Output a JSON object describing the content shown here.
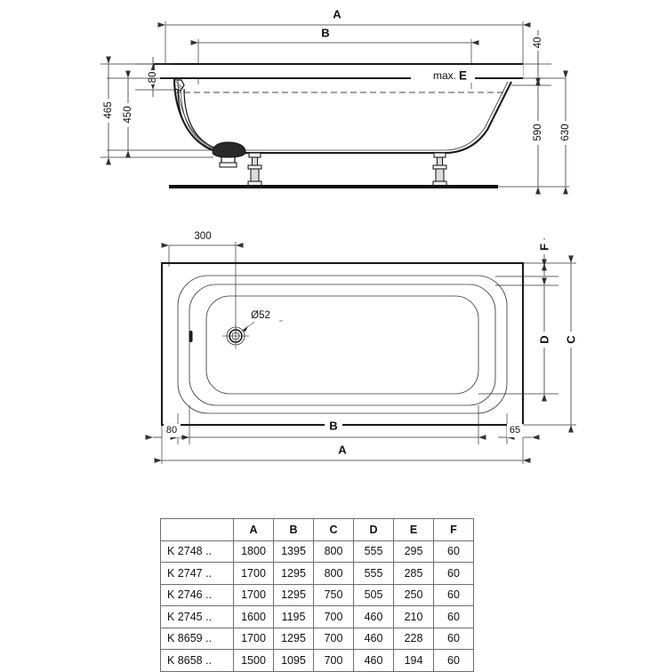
{
  "drawing": {
    "title": "Bathtub installation drawing",
    "elevation": {
      "name": "side-elevation",
      "dimensions": {
        "overall_length_label": "A",
        "inner_length_label": "B",
        "water_level_label": "max. E",
        "water_level_prefix": "max.",
        "water_level_letter": "E",
        "rim_to_flange": "80",
        "depth_inner": "450",
        "depth_outer": "465",
        "rim_thickness": "40",
        "height_to_rim_top": "590",
        "height_overall": "630"
      }
    },
    "plan": {
      "name": "top-plan-view",
      "dimensions": {
        "drain_offset": "300",
        "drain_diameter": "Ø52",
        "left_margin": "80",
        "right_margin": "65",
        "inner_length_label": "B",
        "overall_length_label": "A",
        "flange_label": "F",
        "inner_width_label": "D",
        "overall_width_label": "C"
      }
    }
  },
  "table": {
    "name": "dimension-table",
    "headers": [
      "",
      "A",
      "B",
      "C",
      "D",
      "E",
      "F"
    ],
    "rows": [
      {
        "model": "K 2748 ..",
        "A": "1800",
        "B": "1395",
        "C": "800",
        "D": "555",
        "E": "295",
        "F": "60"
      },
      {
        "model": "K 2747 ..",
        "A": "1700",
        "B": "1295",
        "C": "800",
        "D": "555",
        "E": "285",
        "F": "60"
      },
      {
        "model": "K 2746 ..",
        "A": "1700",
        "B": "1295",
        "C": "750",
        "D": "505",
        "E": "250",
        "F": "60"
      },
      {
        "model": "K 2745 ..",
        "A": "1600",
        "B": "1195",
        "C": "700",
        "D": "460",
        "E": "210",
        "F": "60"
      },
      {
        "model": "K 8659 ..",
        "A": "1700",
        "B": "1295",
        "C": "700",
        "D": "460",
        "E": "228",
        "F": "60"
      },
      {
        "model": "K 8658 ..",
        "A": "1500",
        "B": "1095",
        "C": "700",
        "D": "460",
        "E": "194",
        "F": "60"
      }
    ]
  },
  "colors": {
    "line": "#1a1a1a",
    "thin_line": "#3a3a3a",
    "background": "#ffffff",
    "table_border": "#6e6e6e",
    "floor": "#0d0d0d"
  }
}
